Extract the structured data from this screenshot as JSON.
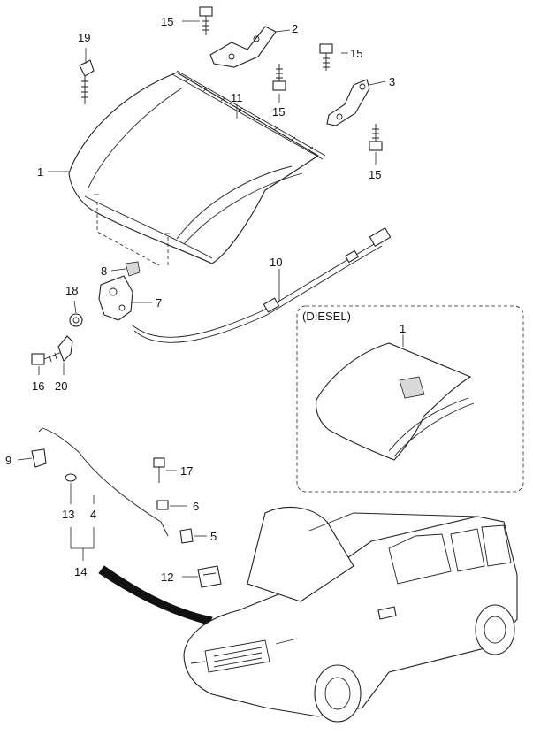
{
  "diagram": {
    "diesel_label": "(DIESEL)",
    "callouts": {
      "c1": "1",
      "c1_diesel": "1",
      "c2": "2",
      "c3": "3",
      "c4": "4",
      "c5": "5",
      "c6": "6",
      "c7": "7",
      "c8": "8",
      "c9": "9",
      "c10": "10",
      "c11": "11",
      "c12": "12",
      "c13": "13",
      "c14": "14",
      "c15a": "15",
      "c15b": "15",
      "c15c": "15",
      "c15d": "15",
      "c16": "16",
      "c17": "17",
      "c18": "18",
      "c19": "19",
      "c20": "20"
    }
  }
}
